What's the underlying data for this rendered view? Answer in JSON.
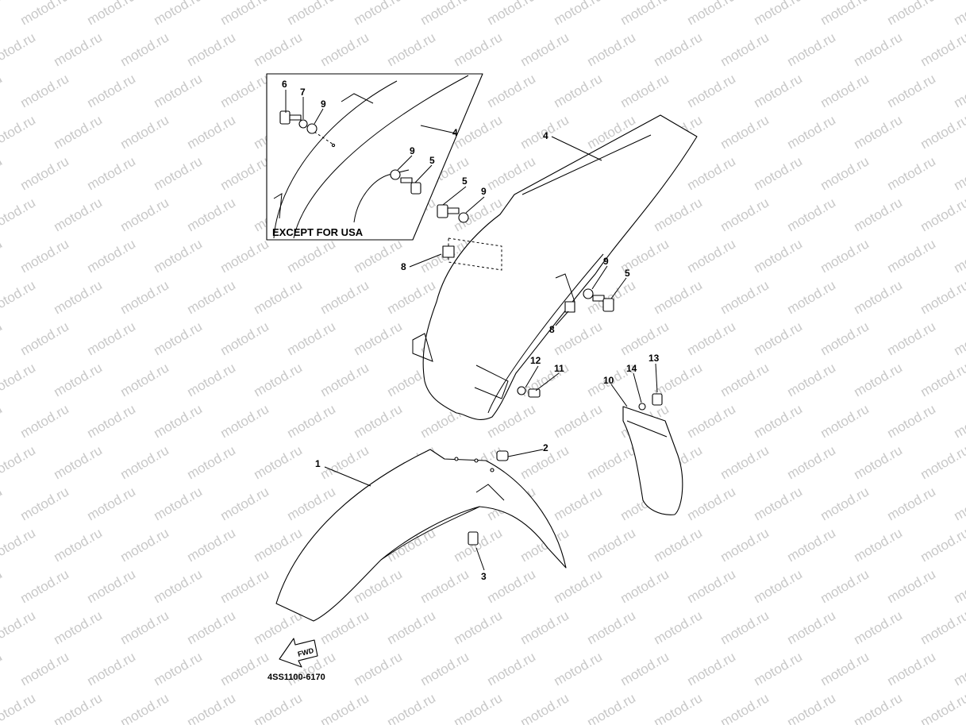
{
  "watermark_text": "motod.ru",
  "inset": {
    "caption": "EXCEPT FOR USA"
  },
  "fwd_label": "FWD",
  "drawing_code": "4SS1100-6170",
  "callouts": [
    {
      "id": "c1",
      "label": "1"
    },
    {
      "id": "c2",
      "label": "2"
    },
    {
      "id": "c3",
      "label": "3"
    },
    {
      "id": "c4a",
      "label": "4"
    },
    {
      "id": "c4b",
      "label": "4"
    },
    {
      "id": "c5a",
      "label": "5"
    },
    {
      "id": "c5b",
      "label": "5"
    },
    {
      "id": "c5c",
      "label": "5"
    },
    {
      "id": "c6",
      "label": "6"
    },
    {
      "id": "c7",
      "label": "7"
    },
    {
      "id": "c8a",
      "label": "8"
    },
    {
      "id": "c8b",
      "label": "8"
    },
    {
      "id": "c9a",
      "label": "9"
    },
    {
      "id": "c9b",
      "label": "9"
    },
    {
      "id": "c9c",
      "label": "9"
    },
    {
      "id": "c9d",
      "label": "9"
    },
    {
      "id": "c10",
      "label": "10"
    },
    {
      "id": "c11",
      "label": "11"
    },
    {
      "id": "c12",
      "label": "12"
    },
    {
      "id": "c13",
      "label": "13"
    },
    {
      "id": "c14",
      "label": "14"
    }
  ]
}
